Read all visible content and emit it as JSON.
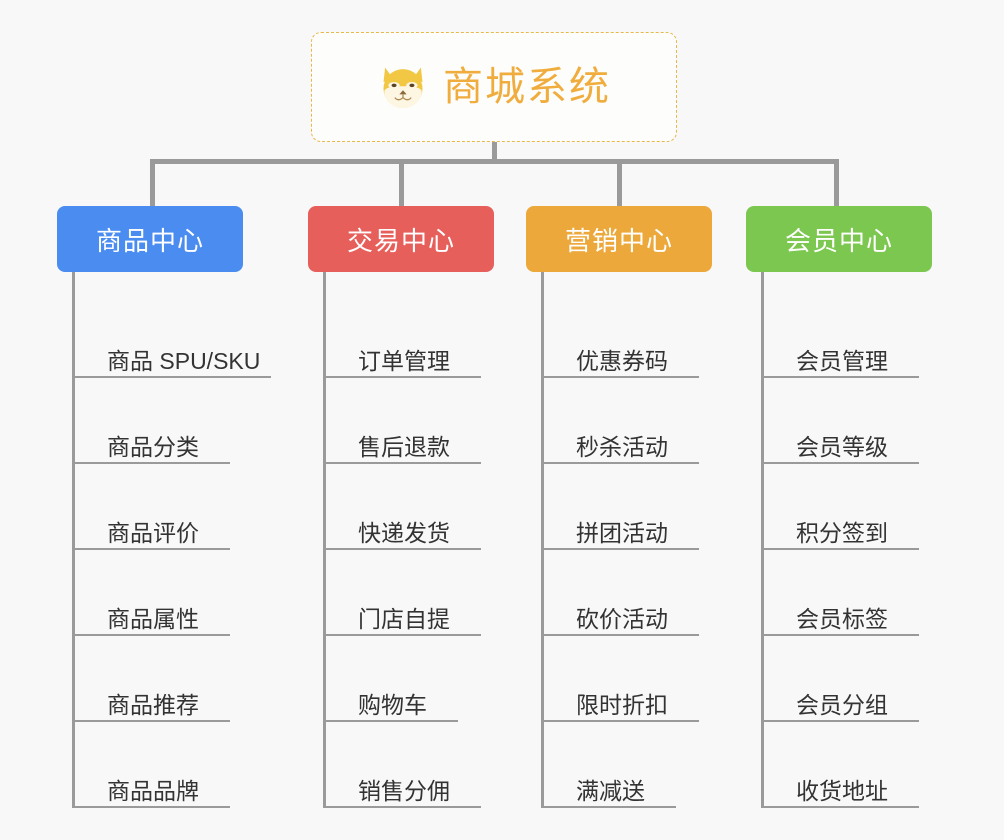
{
  "root": {
    "icon": "shiba-dog-emoji",
    "title": "商城系统",
    "accent_color": "#f0ad3e",
    "border_color": "#e8b84b"
  },
  "background_color": "#f8f8f8",
  "connector_color": "#9a9a9a",
  "categories": [
    {
      "label": "商品中心",
      "color": "#4a8cf0",
      "color_name": "blue",
      "items": [
        "商品 SPU/SKU",
        "商品分类",
        "商品评价",
        "商品属性",
        "商品推荐",
        "商品品牌"
      ]
    },
    {
      "label": "交易中心",
      "color": "#e75f5b",
      "color_name": "red",
      "items": [
        "订单管理",
        "售后退款",
        "快递发货",
        "门店自提",
        "购物车",
        "销售分佣"
      ]
    },
    {
      "label": "营销中心",
      "color": "#eda83c",
      "color_name": "orange",
      "items": [
        "优惠券码",
        "秒杀活动",
        "拼团活动",
        "砍价活动",
        "限时折扣",
        "满减送"
      ]
    },
    {
      "label": "会员中心",
      "color": "#7cc74f",
      "color_name": "green",
      "items": [
        "会员管理",
        "会员等级",
        "积分签到",
        "会员标签",
        "会员分组",
        "收货地址"
      ]
    }
  ]
}
